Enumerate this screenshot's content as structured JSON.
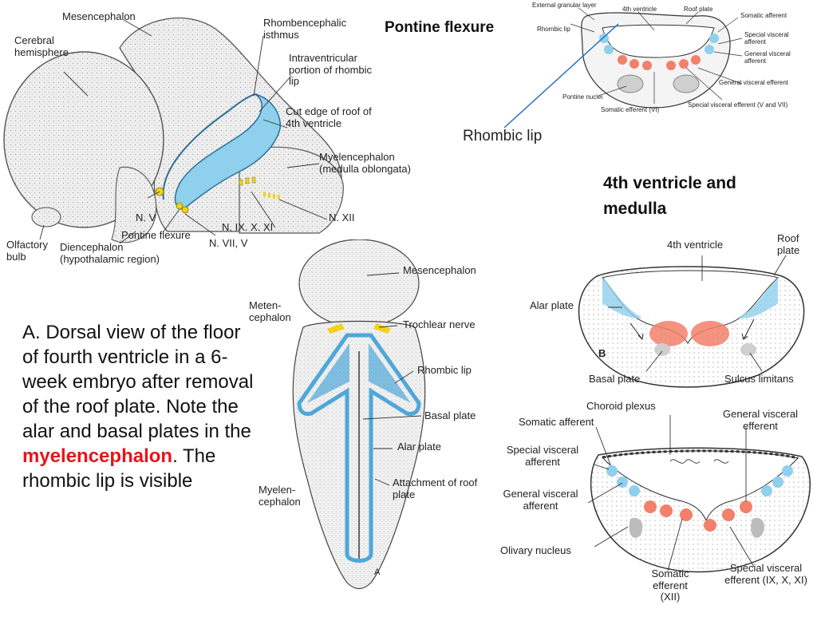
{
  "headings": {
    "pontine_flexure": "Pontine flexure",
    "rhombic_lip": "Rhombic lip",
    "ventricle_medulla": "4th ventricle and medulla"
  },
  "caption": {
    "before": "A. Dorsal view of the floor of fourth ventricle in a 6-week embryo after removal of the roof plate. Note the alar and basal plates in the ",
    "highlight": "myelencephalon",
    "after": ". The rhombic lip is visible",
    "highlight_color": "#e8141a"
  },
  "lateral_view": {
    "labels": {
      "mesencephalon": "Mesencephalon",
      "cerebral_hemisphere": "Cerebral hemisphere",
      "rhombencephalic_isthmus": "Rhombencephalic isthmus",
      "intraventricular_lip": "Intraventricular portion of rhombic lip",
      "cut_edge": "Cut edge of roof of 4th ventricle",
      "myelencephalon": "Myelencephalon (medulla oblongata)",
      "n_xii": "N. XII",
      "n_ix_x_xi": "N. IX. X. XI",
      "n_vii": "N. VII, V",
      "n_v": "N. V",
      "pontine_flexure": "Pontine flexure",
      "diencephalon": "Diencephalon (hypothalamic region)",
      "olfactory_bulb": "Olfactory bulb"
    }
  },
  "pontine_section": {
    "labels": {
      "external_granular": "External granular layer",
      "rhombic_lip": "Rhombic lip",
      "fourth_ventricle": "4th ventricle",
      "roof_plate": "Roof plate",
      "somatic_afferent": "Somatic afferent",
      "special_visceral_afferent": "Special visceral afferent",
      "general_visceral_afferent": "General visceral afferent",
      "general_visceral_efferent": "General visceral efferent",
      "pontine_nuclei": "Pontine nuclei",
      "somatic_efferent_vi": "Somatic efferent (VI)",
      "special_visceral_efferent": "Special visceral efferent (V and VII)"
    }
  },
  "dorsal_view": {
    "labels": {
      "mesencephalon": "Mesencephalon",
      "metencephalon": "Meten-cephalon",
      "trochlear_nerve": "Trochlear nerve",
      "rhombic_lip": "Rhombic lip",
      "basal_plate": "Basal plate",
      "alar_plate": "Alar plate",
      "attachment": "Attachment of roof plate",
      "myelencephalon": "Myelen-cephalon",
      "a_mark": "A"
    }
  },
  "section_b": {
    "labels": {
      "fourth_ventricle": "4th ventricle",
      "roof_plate": "Roof plate",
      "alar_plate": "Alar plate",
      "b_mark": "B",
      "basal_plate": "Basal plate",
      "sulcus_limitans": "Sulcus limitans"
    }
  },
  "section_c": {
    "labels": {
      "choroid_plexus": "Choroid plexus",
      "somatic_afferent": "Somatic afferent",
      "general_visceral_efferent": "General visceral efferent",
      "special_visceral_afferent": "Special visceral afferent",
      "general_visceral_afferent": "General visceral afferent",
      "olivary_nucleus": "Olivary nucleus",
      "somatic_efferent": "Somatic efferent (XII)",
      "special_visceral_efferent": "Special visceral efferent (IX, X, XI)"
    }
  },
  "colors": {
    "alar_blue": "#8fd0ec",
    "basal_red": "#f2806a",
    "ventricle_blue": "#4ea8d8",
    "nerve_yellow": "#f2d21a",
    "pointer_blue": "#2f6fc0"
  }
}
